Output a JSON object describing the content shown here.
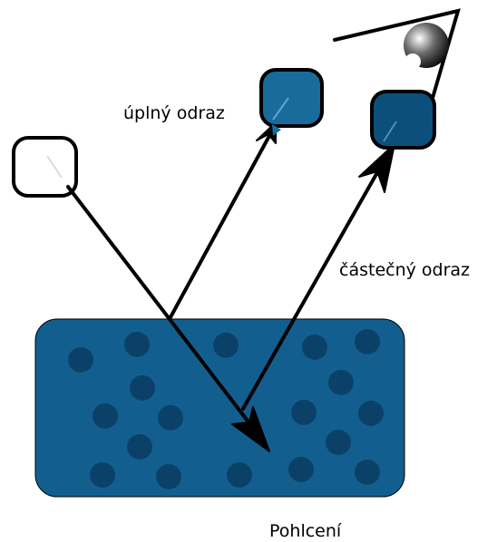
{
  "labels": {
    "total_reflection": "úplný odraz",
    "partial_reflection": "částečný odraz",
    "absorption": "Pohlcení"
  },
  "colors": {
    "background": "#ffffff",
    "ink": "#000000",
    "absorber_fill": "#125f8f",
    "particle": "#0b4168",
    "total_reflection_square": "#186b9b",
    "partial_reflection_square": "#0c4f7b",
    "incident_square": "#ffffff"
  },
  "icons": {
    "light_source": "bulb-icon"
  }
}
